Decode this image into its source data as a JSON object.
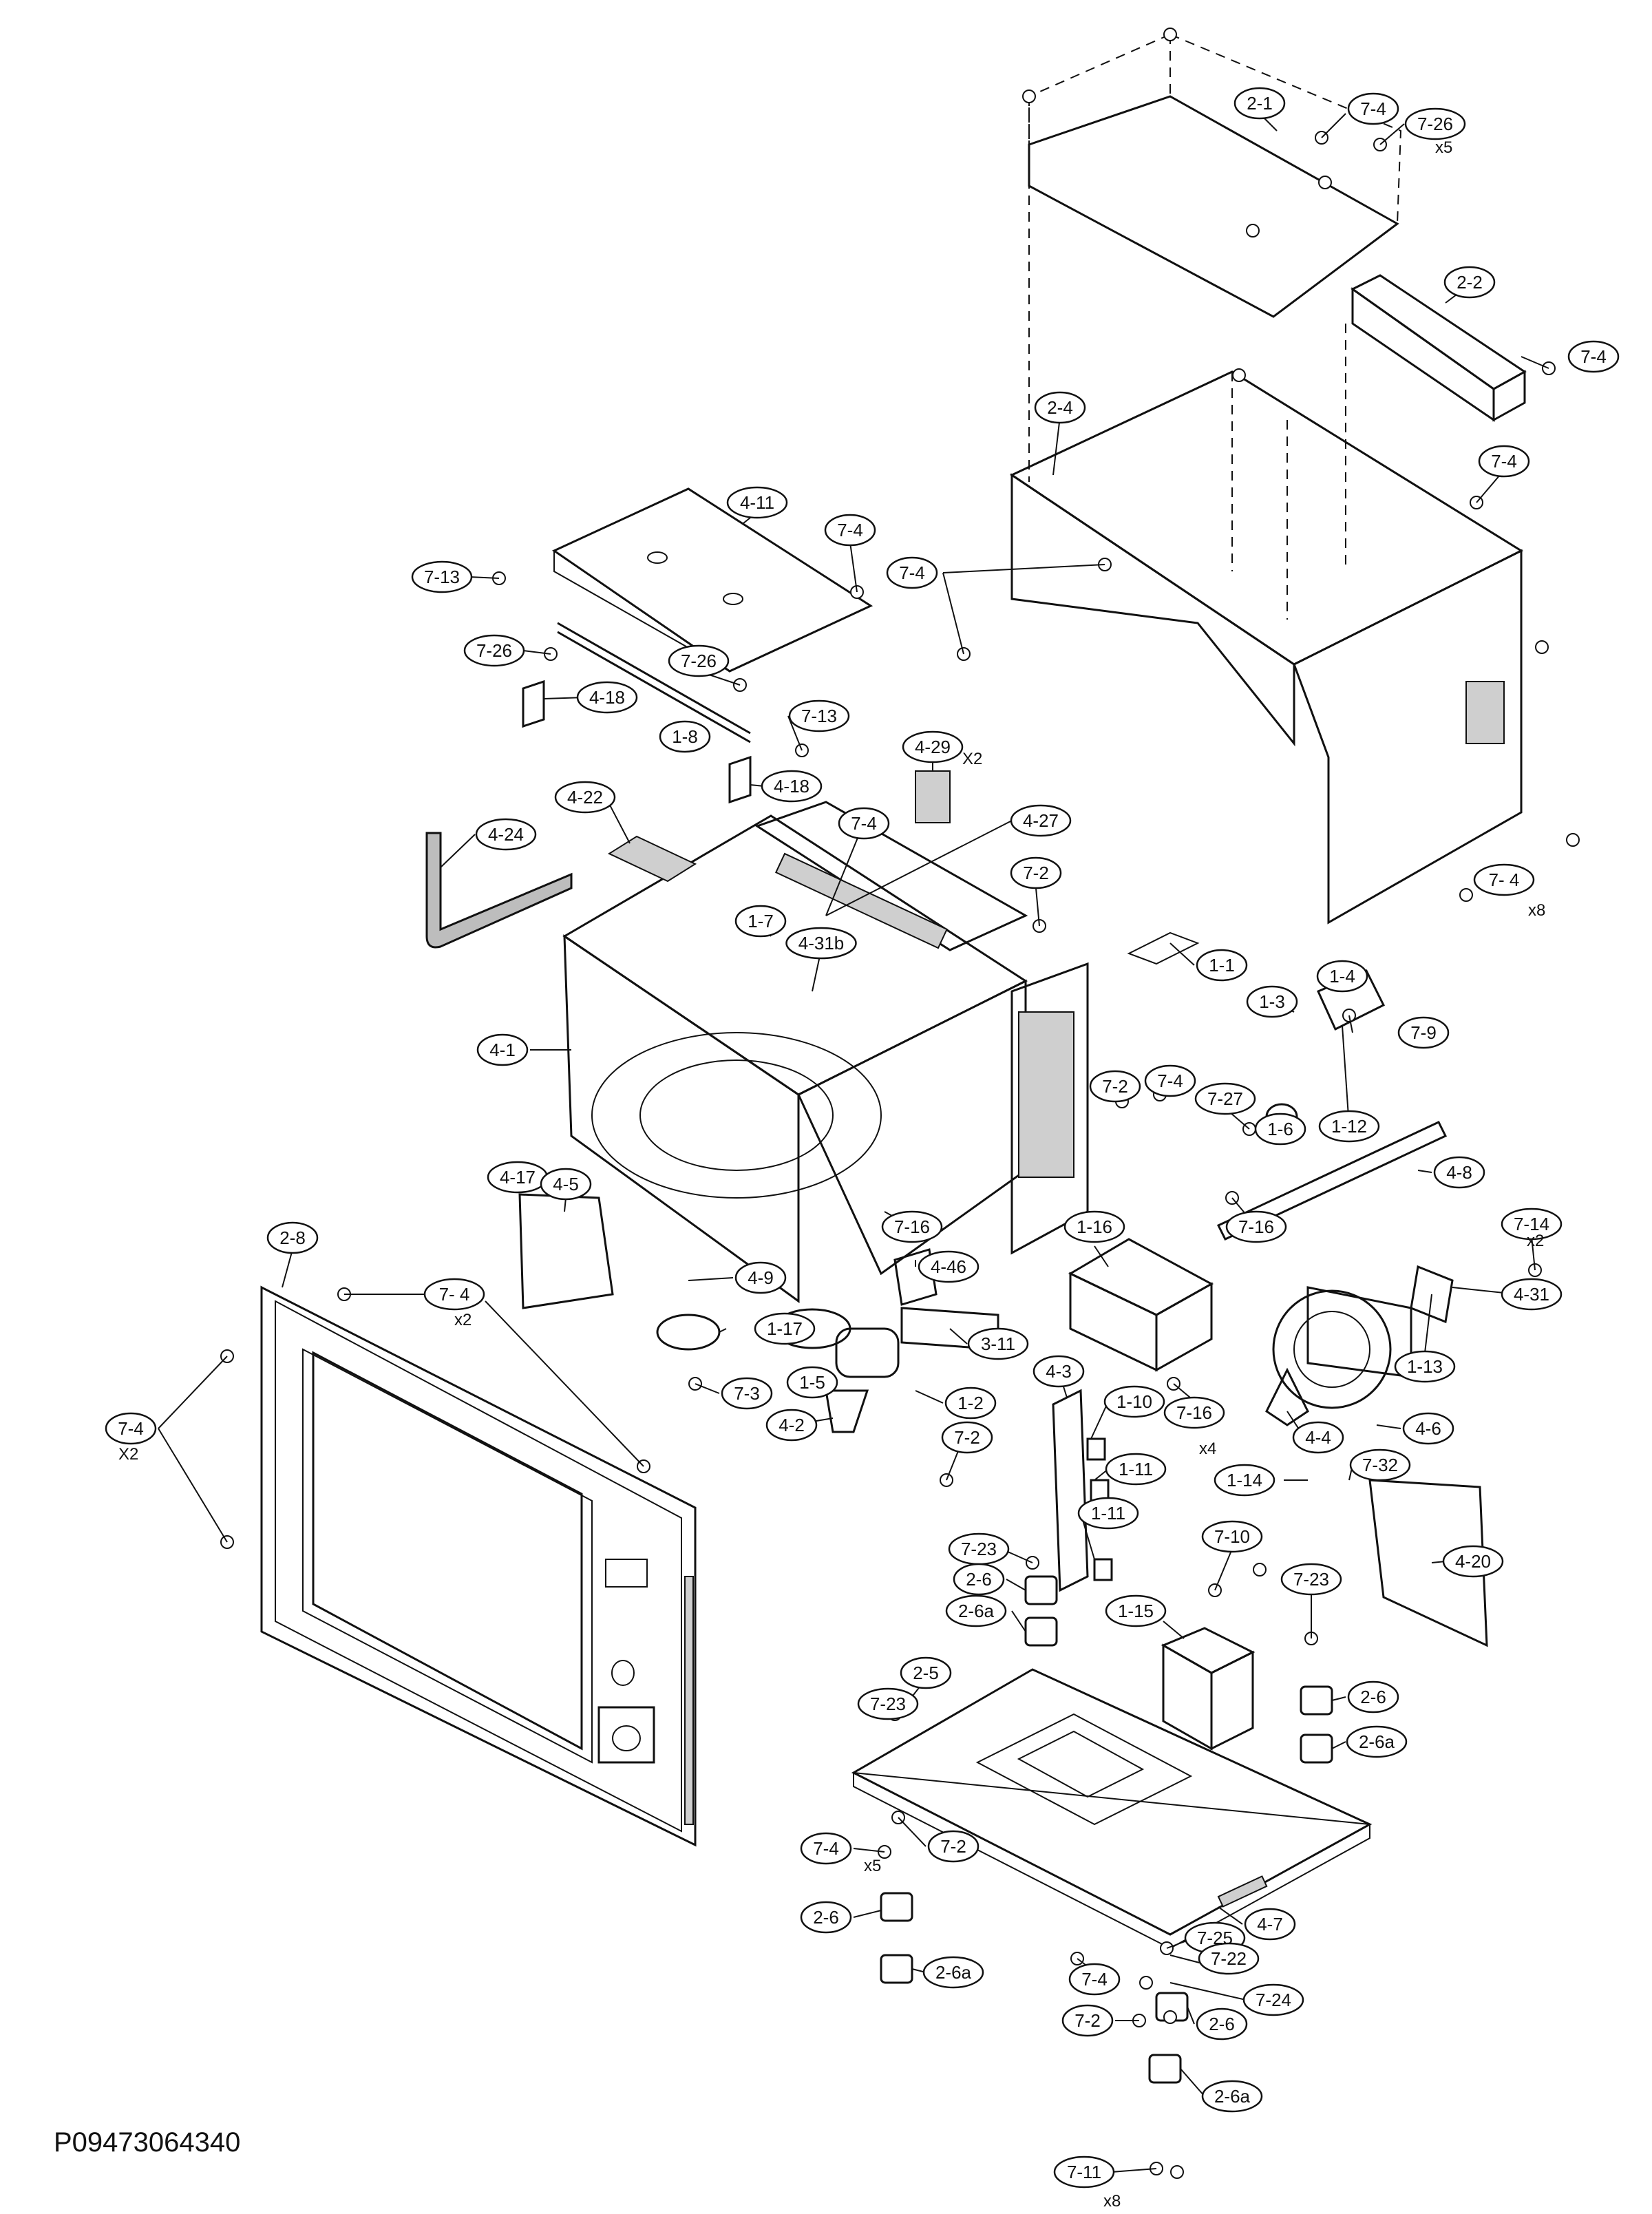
{
  "document_code": "P09473064340",
  "callouts": [
    {
      "label": "2-1"
    },
    {
      "label": "7-4"
    },
    {
      "label": "7-26"
    },
    {
      "label": "2-2"
    },
    {
      "label": "7-4"
    },
    {
      "label": "2-4"
    },
    {
      "label": "7-4"
    },
    {
      "label": "4-11"
    },
    {
      "label": "7-4"
    },
    {
      "label": "7-4"
    },
    {
      "label": "7-13"
    },
    {
      "label": "7-26"
    },
    {
      "label": "7-26"
    },
    {
      "label": "4-18"
    },
    {
      "label": "7-13"
    },
    {
      "label": "1-8"
    },
    {
      "label": "4-18"
    },
    {
      "label": "4-29"
    },
    {
      "label": "4-22"
    },
    {
      "label": "4-24"
    },
    {
      "label": "7-4"
    },
    {
      "label": "4-27"
    },
    {
      "label": "7-2"
    },
    {
      "label": "1-7"
    },
    {
      "label": "4-31b"
    },
    {
      "label": "1-1"
    },
    {
      "label": "7- 4"
    },
    {
      "label": "1-4"
    },
    {
      "label": "1-3"
    },
    {
      "label": "7-9"
    },
    {
      "label": "4-1"
    },
    {
      "label": "7-2"
    },
    {
      "label": "7-4"
    },
    {
      "label": "7-27"
    },
    {
      "label": "1-6"
    },
    {
      "label": "1-12"
    },
    {
      "label": "4-8"
    },
    {
      "label": "4-17"
    },
    {
      "label": "4-5"
    },
    {
      "label": "7-16"
    },
    {
      "label": "7-16"
    },
    {
      "label": "7-14"
    },
    {
      "label": "2-8"
    },
    {
      "label": "4-9"
    },
    {
      "label": "4-46"
    },
    {
      "label": "1-16"
    },
    {
      "label": "4-31"
    },
    {
      "label": "7- 4"
    },
    {
      "label": "1-17"
    },
    {
      "label": "3-11"
    },
    {
      "label": "1-13"
    },
    {
      "label": "7-4"
    },
    {
      "label": "1-5"
    },
    {
      "label": "4-3"
    },
    {
      "label": "7-3"
    },
    {
      "label": "1-10"
    },
    {
      "label": "4-2"
    },
    {
      "label": "1-2"
    },
    {
      "label": "7-16"
    },
    {
      "label": "4-6"
    },
    {
      "label": "4-4"
    },
    {
      "label": "7-2"
    },
    {
      "label": "1-11"
    },
    {
      "label": "1-14"
    },
    {
      "label": "7-32"
    },
    {
      "label": "1-11"
    },
    {
      "label": "4-20"
    },
    {
      "label": "7-23"
    },
    {
      "label": "7-10"
    },
    {
      "label": "2-6"
    },
    {
      "label": "7-23"
    },
    {
      "label": "2-6a"
    },
    {
      "label": "1-15"
    },
    {
      "label": "2-5"
    },
    {
      "label": "7-23"
    },
    {
      "label": "2-6"
    },
    {
      "label": "2-6a"
    },
    {
      "label": "7-4"
    },
    {
      "label": "7-2"
    },
    {
      "label": "2-6"
    },
    {
      "label": "4-7"
    },
    {
      "label": "7-25"
    },
    {
      "label": "2-6a"
    },
    {
      "label": "7-22"
    },
    {
      "label": "7-4"
    },
    {
      "label": "7-24"
    },
    {
      "label": "7-2"
    },
    {
      "label": "2-6"
    },
    {
      "label": "2-6a"
    },
    {
      "label": "7-11"
    }
  ],
  "multipliers": [
    {
      "text": "x5"
    },
    {
      "text": "X2"
    },
    {
      "text": "x8"
    },
    {
      "text": "x2"
    },
    {
      "text": "x2"
    },
    {
      "text": "X2"
    },
    {
      "text": "x4"
    },
    {
      "text": "x5"
    },
    {
      "text": "x8"
    }
  ]
}
